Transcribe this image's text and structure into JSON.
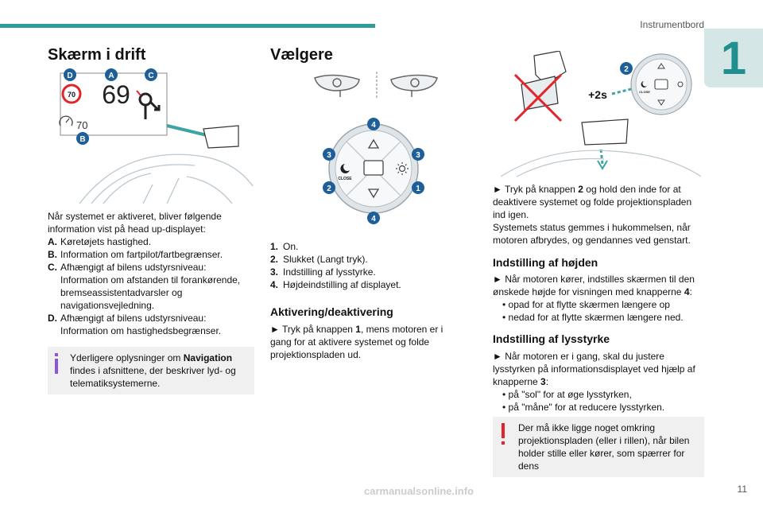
{
  "header": {
    "chapter_title": "Instrumentbord",
    "chapter_number": "1",
    "page_number": "11"
  },
  "watermark": "carmanualsonline.info",
  "left": {
    "heading": "Skærm i drift",
    "display": {
      "speed": "69",
      "limit": "70",
      "cruise": "70",
      "callouts": [
        "D",
        "A",
        "C",
        "B"
      ]
    },
    "intro": "Når systemet er aktiveret, bliver følgende information vist på head up-displayet:",
    "items": [
      {
        "key": "A.",
        "text": "Køretøjets hastighed."
      },
      {
        "key": "B.",
        "text": "Information om fartpilot/fartbegrænser."
      },
      {
        "key": "C.",
        "text": "Afhængigt af bilens udstyrsniveau: Information om afstanden til forankørende, bremseassistentadvarsler og navigationsvejledning."
      },
      {
        "key": "D.",
        "text": "Afhængigt af bilens udstyrsniveau: Information om hastighedsbegrænser."
      }
    ],
    "info_pre": "Yderligere oplysninger om ",
    "info_bold": "Navigation",
    "info_post": " findes i afsnittene, der beskriver lyd- og telematiksystemerne."
  },
  "middle": {
    "heading": "Vælgere",
    "close_label": "CLOSE",
    "callouts": [
      "4",
      "3",
      "3",
      "2",
      "1",
      "4"
    ],
    "list": [
      {
        "key": "1.",
        "text": "On."
      },
      {
        "key": "2.",
        "text": "Slukket (Langt tryk)."
      },
      {
        "key": "3.",
        "text": "Indstilling af lysstyrke."
      },
      {
        "key": "4.",
        "text": "Højdeindstilling af displayet."
      }
    ],
    "subheading": "Aktivering/deaktivering",
    "activation_pre": "► Tryk på knappen ",
    "activation_bold": "1",
    "activation_post": ", mens motoren er i gang for at aktivere systemet og folde projektionspladen ud."
  },
  "right": {
    "illustration": {
      "hold_label": "+2s",
      "callout": "2",
      "close_label": "CLOSE"
    },
    "deactivate_pre": "► Tryk på knappen ",
    "deactivate_bold": "2",
    "deactivate_post": " og hold den inde for at deaktivere systemet og folde projektionspladen ind igen.",
    "memory": "Systemets status gemmes i hukommelsen, når motoren afbrydes, og gendannes ved genstart.",
    "height_heading": "Indstilling af højden",
    "height_pre": "► Når motoren kører, indstilles skærmen til den ønskede højde for visningen med knapperne ",
    "height_bold": "4",
    "height_post": ":",
    "height_bullets": [
      "• opad for at flytte skærmen længere op",
      "• nedad for at flytte skærmen længere ned."
    ],
    "brightness_heading": "Indstilling af lysstyrke",
    "brightness_pre": "► Når motoren er i gang, skal du justere lysstyrken på informationsdisplayet ved hjælp af knapperne ",
    "brightness_bold": "3",
    "brightness_post": ":",
    "brightness_bullets": [
      "• på \"sol\" for at øge lysstyrken,",
      "• på \"måne\" for at reducere lysstyrken."
    ],
    "warning": "Der må ikke ligge noget omkring projektionspladen (eller i rillen), når bilen holder stille eller kører, som spærrer for dens"
  },
  "colors": {
    "accent": "#2f9c9c",
    "callout_blue": "#1e5f9a",
    "warning_red": "#e0262b",
    "info_purple": "#8a55d6",
    "box_bg": "#f0f0f0"
  }
}
